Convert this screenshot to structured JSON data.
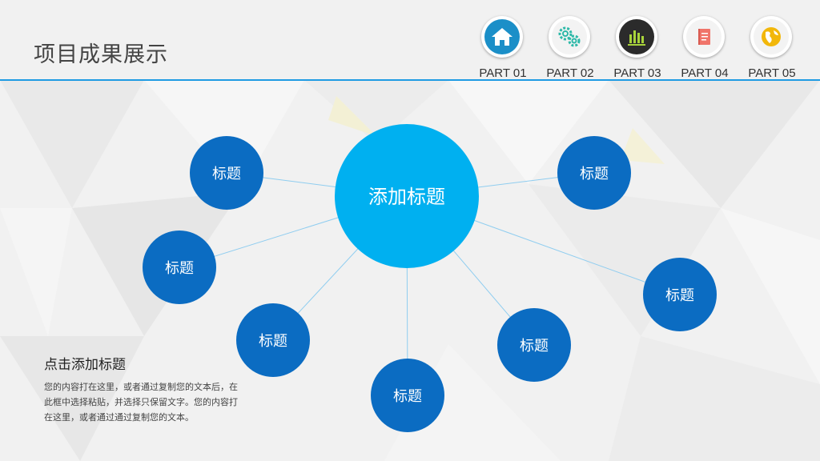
{
  "header": {
    "title": "项目成果展示",
    "parts": [
      {
        "label": "PART 01",
        "icon": "home-icon",
        "color": "#1b8fc8"
      },
      {
        "label": "PART 02",
        "icon": "gears-icon",
        "color": "#2db9a8"
      },
      {
        "label": "PART 03",
        "icon": "bar-chart-icon",
        "color": "#2b2b2b"
      },
      {
        "label": "PART 04",
        "icon": "book-icon",
        "color": "#f0746a"
      },
      {
        "label": "PART 05",
        "icon": "globe-icon",
        "color": "#f2b70a"
      }
    ]
  },
  "diagram": {
    "center": {
      "label": "添加标题",
      "color": "#00b0f0"
    },
    "node_color": "#0b6cc2",
    "nodes": [
      {
        "label": "标题"
      },
      {
        "label": "标题"
      },
      {
        "label": "标题"
      },
      {
        "label": "标题"
      },
      {
        "label": "标题"
      },
      {
        "label": "标题"
      },
      {
        "label": "标题"
      }
    ]
  },
  "note": {
    "title": "点击添加标题",
    "body": "您的内容打在这里，或者通过复制您的文本后，在此框中选择粘贴，并选择只保留文字。您的内容打在这里，或者通过通过复制您的文本。"
  }
}
